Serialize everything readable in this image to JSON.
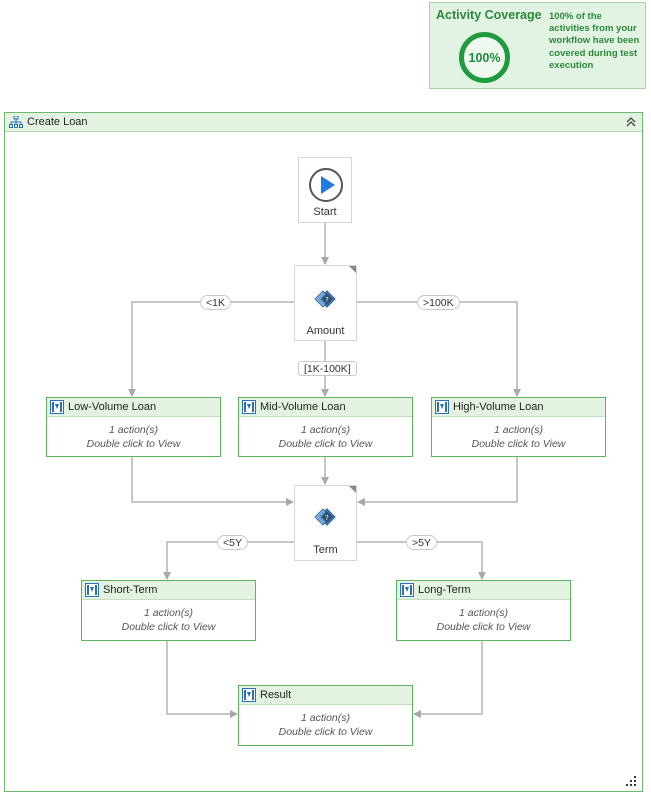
{
  "coverage": {
    "title": "Activity Coverage",
    "percent_label": "100%",
    "description": "100% of the activities from your workflow have been covered during test execution",
    "accent_color": "#1f9a3e"
  },
  "container": {
    "title": "Create Loan",
    "icon": "flowchart-icon",
    "collapse_icon": "double-chevron-up-icon"
  },
  "start": {
    "label": "Start",
    "icon": "play-icon"
  },
  "decisions": {
    "amount": {
      "label": "Amount",
      "icon": "decision-icon"
    },
    "term": {
      "label": "Term",
      "icon": "decision-icon"
    }
  },
  "conditions": {
    "lt1k": "<1K",
    "gt100k": ">100K",
    "mid": "[1K-100K]",
    "lt5y": "<5Y",
    "gt5y": ">5Y"
  },
  "states": {
    "low": {
      "title": "Low-Volume Loan",
      "actions": "1 action(s)",
      "hint": "Double click to View"
    },
    "mid": {
      "title": "Mid-Volume Loan",
      "actions": "1 action(s)",
      "hint": "Double click to View"
    },
    "high": {
      "title": "High-Volume Loan",
      "actions": "1 action(s)",
      "hint": "Double click to View"
    },
    "short": {
      "title": "Short-Term",
      "actions": "1 action(s)",
      "hint": "Double click to View"
    },
    "long": {
      "title": "Long-Term",
      "actions": "1 action(s)",
      "hint": "Double click to View"
    },
    "result": {
      "title": "Result",
      "actions": "1 action(s)",
      "hint": "Double click to View"
    }
  },
  "colors": {
    "header_bg": "#e4f3e1",
    "border": "#5fb25f",
    "connector": "#b0b0b0",
    "start_blue": "#1e7be0"
  }
}
